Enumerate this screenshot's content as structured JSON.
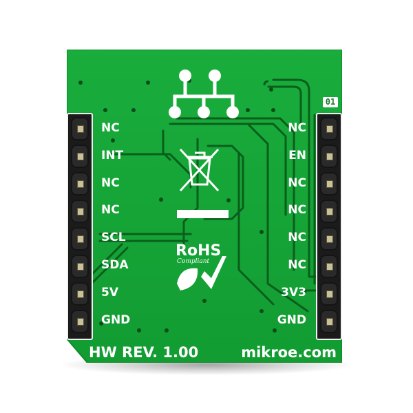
{
  "product": {
    "description": "Click board PCB, back side (mikroBUS)",
    "pcb_color": "#13a535",
    "silkscreen_color": "#ffffff"
  },
  "left_header": {
    "pins": [
      {
        "label": "NC"
      },
      {
        "label": "INT"
      },
      {
        "label": "NC"
      },
      {
        "label": "NC"
      },
      {
        "label": "SCL"
      },
      {
        "label": "SDA"
      },
      {
        "label": "5V"
      },
      {
        "label": "GND"
      }
    ]
  },
  "right_header": {
    "pin1_marker": "01",
    "pins": [
      {
        "label": "NC"
      },
      {
        "label": "EN"
      },
      {
        "label": "NC"
      },
      {
        "label": "NC"
      },
      {
        "label": "NC"
      },
      {
        "label": "NC"
      },
      {
        "label": "3V3"
      },
      {
        "label": "GND"
      }
    ]
  },
  "markings": {
    "hw_revision": "HW REV. 1.00",
    "website": "mikroe.com",
    "rohs": "RoHS",
    "rohs_sub": "Compliant"
  },
  "icons": {
    "logo": "mikroe-network-logo-icon",
    "weee": "crossed-bin-icon",
    "rohs_leaf": "leaf-checkmark-icon"
  }
}
